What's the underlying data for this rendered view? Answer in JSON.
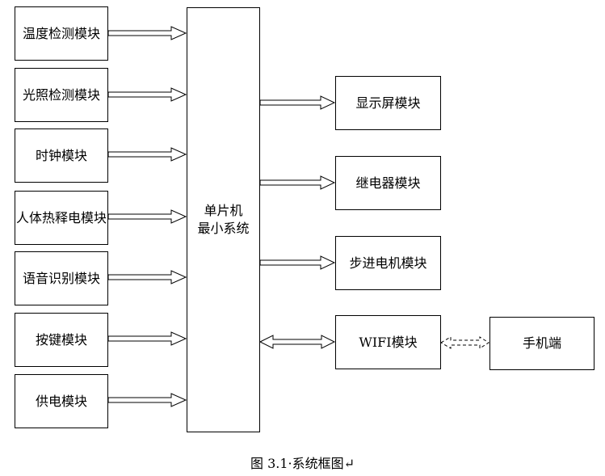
{
  "diagram": {
    "inputs": [
      {
        "label": "温度检测模块"
      },
      {
        "label": "光照检测模块"
      },
      {
        "label": "时钟模块"
      },
      {
        "label": "人体热释电模块"
      },
      {
        "label": "语音识别模块"
      },
      {
        "label": "按键模块"
      },
      {
        "label": "供电模块"
      }
    ],
    "mcu": {
      "line1": "单片机",
      "line2": "最小系统"
    },
    "outputs": [
      {
        "label": "显示屏模块"
      },
      {
        "label": "继电器模块"
      },
      {
        "label": "步进电机模块"
      }
    ],
    "wifi": {
      "label": "WIFI模块"
    },
    "phone": {
      "label": "手机端"
    }
  },
  "caption": "图 3.1·系统框图↵"
}
